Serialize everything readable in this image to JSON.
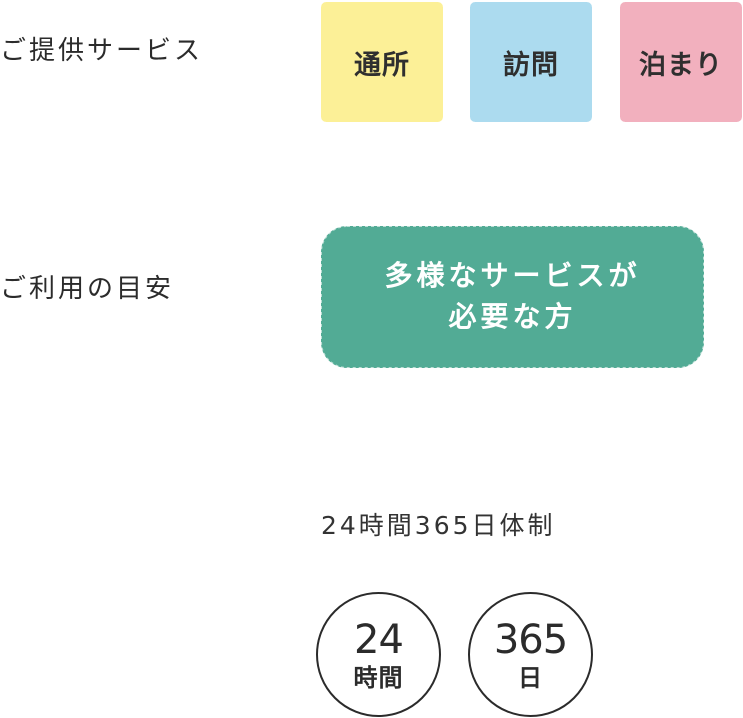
{
  "services": {
    "label": "ご提供サービス",
    "items": [
      {
        "label": "通所",
        "color": "#fcf097"
      },
      {
        "label": "訪問",
        "color": "#acdbef"
      },
      {
        "label": "泊まり",
        "color": "#f2b0be"
      }
    ]
  },
  "target": {
    "label": "ご利用の目安",
    "line1": "多様なサービスが",
    "line2": "必要な方",
    "color": "#52ab95"
  },
  "system": {
    "text": "24時間365日体制",
    "badges": [
      {
        "big": "24",
        "small": "時間"
      },
      {
        "big": "365",
        "small": "日"
      }
    ]
  }
}
